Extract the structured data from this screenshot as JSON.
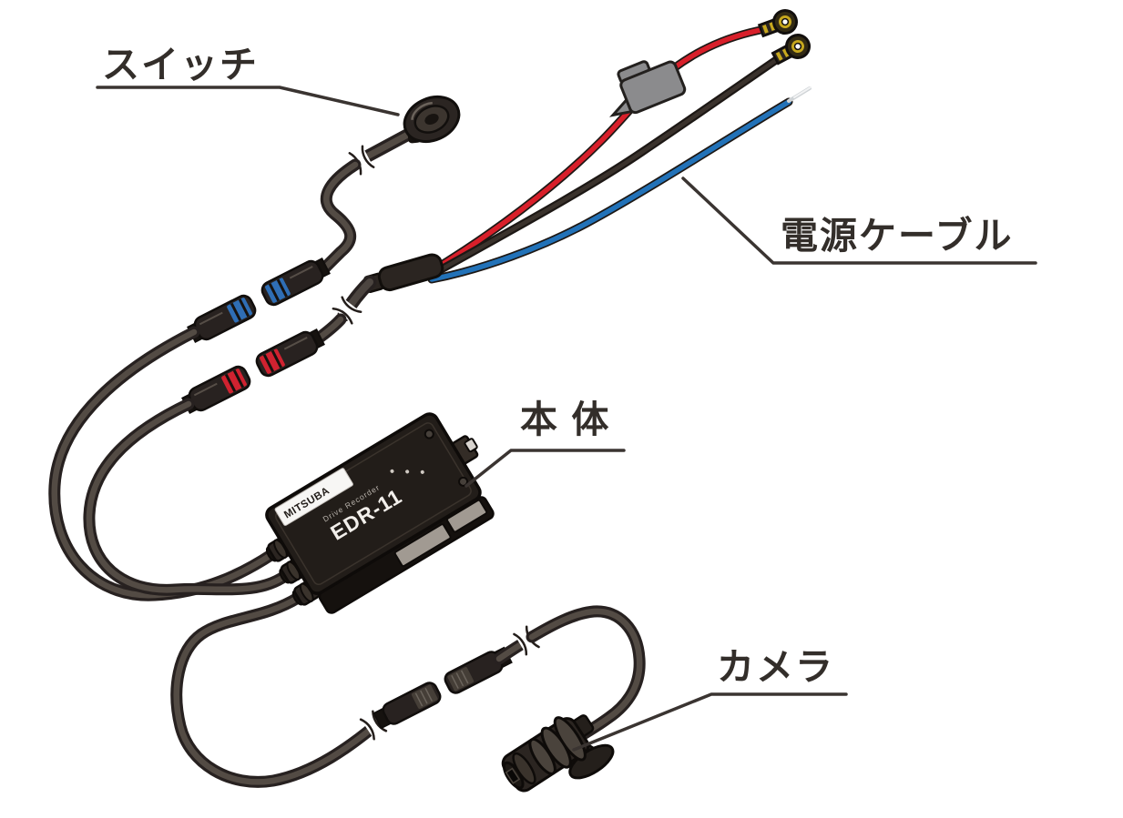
{
  "diagram": {
    "title": "dashcam-kit-parts-diagram",
    "background": "#ffffff",
    "labels": {
      "switch": "スイッチ",
      "power_cable": "電源ケーブル",
      "main_unit": "本 体",
      "camera": "カメラ"
    },
    "device": {
      "brand": "MITSUBA",
      "sub_label": "Drive Recorder",
      "model": "EDR-11"
    },
    "colors": {
      "background": "#ffffff",
      "label_text": "#332e2a",
      "leader_line": "#3a3431",
      "cable_dark": "#272120",
      "cable_core": "#534b44",
      "red_wire": "#d81f2a",
      "black_wire": "#231a16",
      "blue_wire": "#2272b8",
      "connector_red_band": "#d02230",
      "connector_blue_band": "#2f6eb5",
      "fuse_holder_gray": "#8b8b8d",
      "terminal_gold": "#c7a81e",
      "unit_body": "#221d19",
      "unit_label_band": "#f7f6f4"
    }
  }
}
